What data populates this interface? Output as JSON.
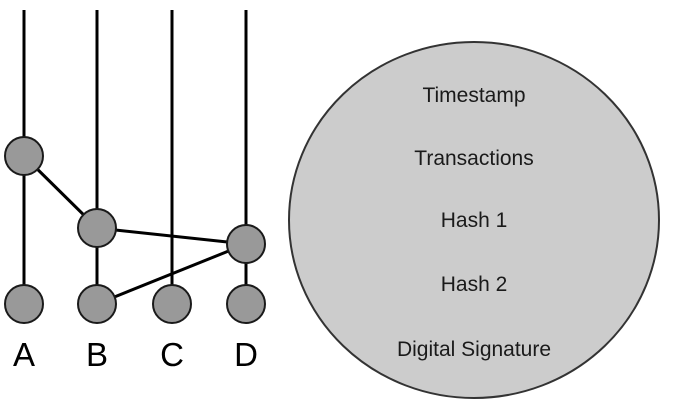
{
  "colors": {
    "node_fill": "#999999",
    "node_stroke": "#1a1a1a",
    "line": "#000000",
    "event_fill": "#cccccc",
    "event_stroke": "#333333"
  },
  "columns": [
    "A",
    "B",
    "C",
    "D"
  ],
  "event": {
    "fields": [
      "Timestamp",
      "Transactions",
      "Hash 1",
      "Hash 2",
      "Digital Signature"
    ]
  }
}
